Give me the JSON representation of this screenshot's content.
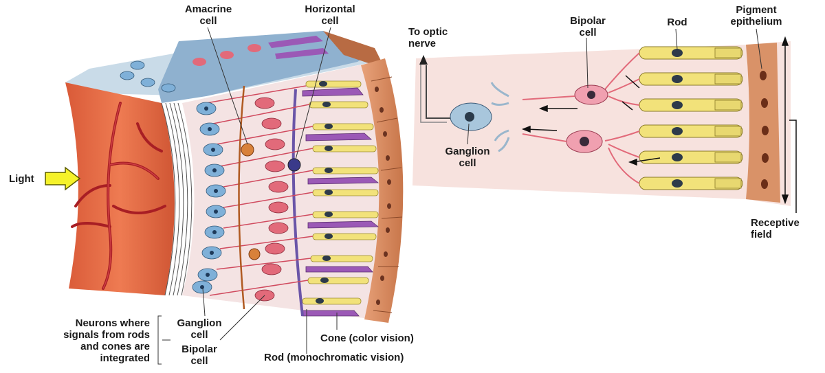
{
  "labels": {
    "amacrine": "Amacrine\ncell",
    "horizontal": "Horizontal\ncell",
    "light": "Light",
    "ganglion_left": "Ganglion\ncell",
    "bipolar_left": "Bipolar\ncell",
    "neurons_note": "Neurons where\nsignals from rods\nand cones are\nintegrated",
    "cone": "Cone (color vision)",
    "rod": "Rod (monochromatic vision)",
    "to_optic_nerve": "To optic\nnerve",
    "bipolar_right": "Bipolar\ncell",
    "rod_right": "Rod",
    "pigment_epithelium": "Pigment\nepithelium",
    "ganglion_right": "Ganglion\ncell",
    "receptive_field": "Receptive\nfield"
  },
  "colors": {
    "vessel_tissue": "#e8704a",
    "blood_vessel": "#c8282e",
    "pink_layer": "#f4dede",
    "pigment": "#d98a5c",
    "rod": "#f2e27a",
    "cone": "#9b59b6",
    "ganglion": "#7fb0d8",
    "bipolar": "#e26a7a",
    "light_arrow": "#f5f22a"
  }
}
